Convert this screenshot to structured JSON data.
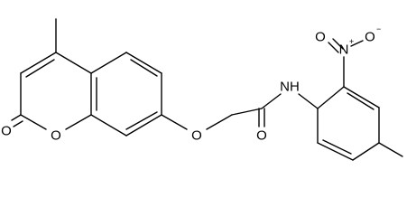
{
  "molecule": {
    "atoms": {
      "carbonyl_oxygen": "O",
      "ring_oxygen": "O",
      "ether_oxygen": "O",
      "amide_oxygen": "O",
      "amide_nitrogen_label": "NH",
      "nitro_nitrogen_label": "N",
      "nitro_nitrogen_charge": "+",
      "nitro_oxygen_label": "O",
      "nitro_oxygen_charge": "−"
    }
  }
}
